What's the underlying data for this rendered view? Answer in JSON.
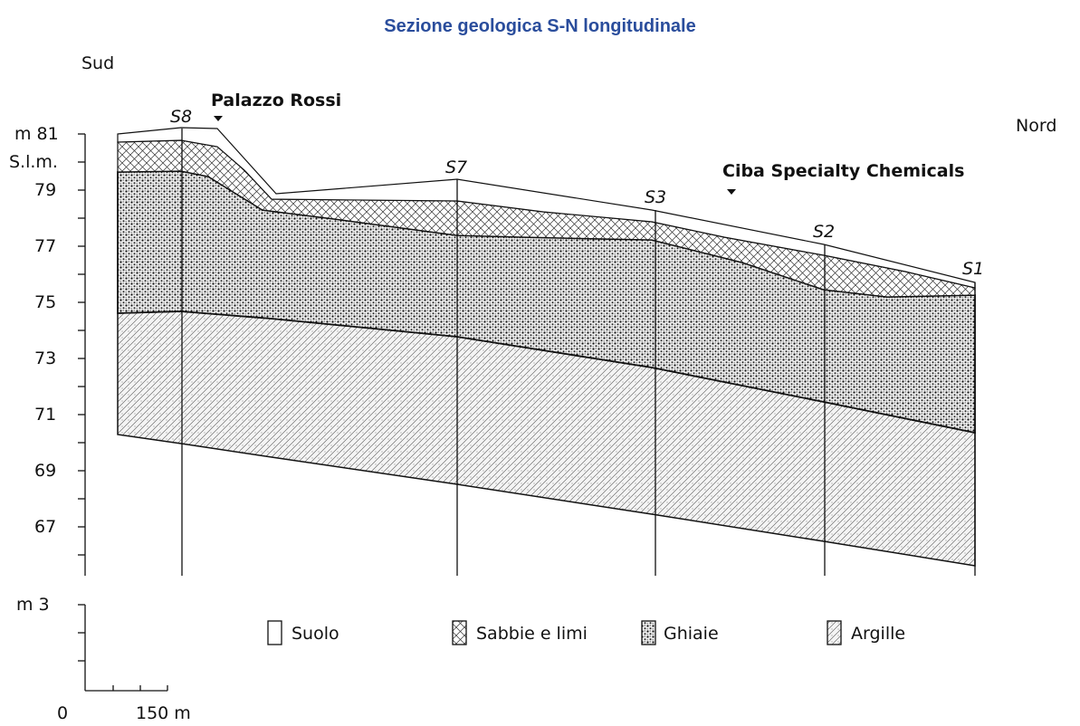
{
  "title": "Sezione geologica S-N longitudinale",
  "orientation": {
    "south": "Sud",
    "north": "Nord"
  },
  "elevation_axis": {
    "top_label": "m 81",
    "top_sub": "S.l.m.",
    "ticks": [
      "79",
      "77",
      "75",
      "73",
      "71",
      "69",
      "67"
    ]
  },
  "places": {
    "palazzo": "Palazzo Rossi",
    "ciba": "Ciba Specialty Chemicals"
  },
  "boreholes": [
    "S8",
    "S7",
    "S3",
    "S2",
    "S1"
  ],
  "vertical_scale": "m 3",
  "horizontal_scale": {
    "start": "0",
    "end": "150 m"
  },
  "legend": [
    "Suolo",
    "Sabbie e limi",
    "Ghiaie",
    "Argille"
  ],
  "colors": {
    "title": "#2a4d9c",
    "line": "#111111"
  }
}
